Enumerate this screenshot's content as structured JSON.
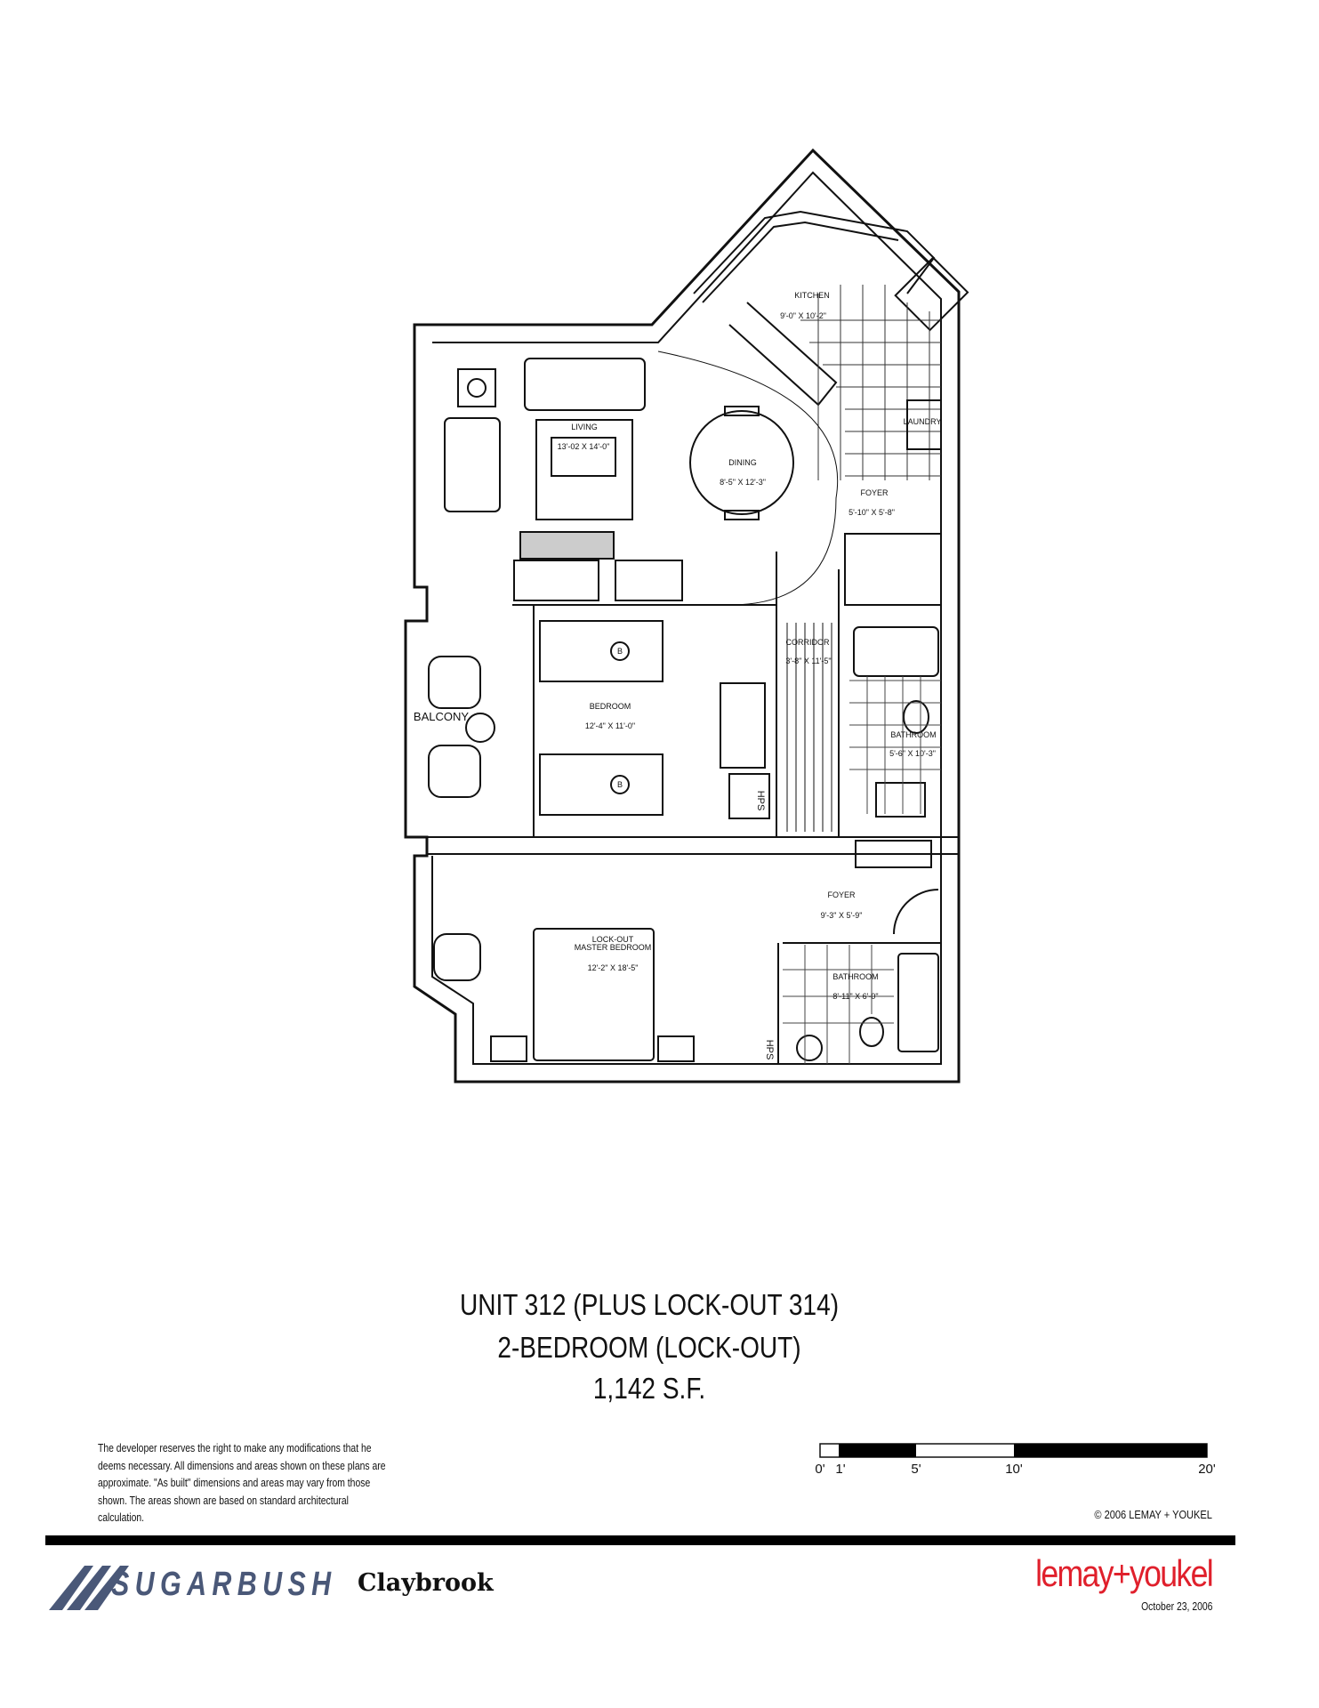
{
  "rooms": {
    "kitchen": {
      "label": "KITCHEN",
      "dims": "9'-0\" X 10'-2\""
    },
    "living": {
      "label": "LIVING",
      "dims": "13'-02 X 14'-0\""
    },
    "dining": {
      "label": "DINING",
      "dims": "8'-5\" X 12'-3\""
    },
    "laundry": {
      "label": "LAUNDRY"
    },
    "foyer_upper": {
      "label": "FOYER",
      "dims": "5'-10\" X 5'-8\""
    },
    "corridor": {
      "label": "CORRIDOR",
      "dims": "3'-8\" X 11'-5\""
    },
    "bedroom": {
      "label": "BEDROOM",
      "dims": "12'-4\" X 11'-0\""
    },
    "bed_marker": "B",
    "bathroom_upper": {
      "label": "BATHROOM",
      "dims": "5'-6\" X 10'-3\""
    },
    "balcony": {
      "label": "BALCONY"
    },
    "hps": "HPS",
    "foyer_lower": {
      "label": "FOYER",
      "dims": "9'-3\" X 5'-9\""
    },
    "master": {
      "label_line1": "LOCK-OUT",
      "label_line2": "MASTER BEDROOM",
      "dims": "12'-2\" X 18'-5\""
    },
    "bathroom_lower": {
      "label": "BATHROOM",
      "dims": "8'-11\" X 6'-0\""
    }
  },
  "title": {
    "line1": "UNIT 312 (PLUS LOCK-OUT 314)",
    "line2": "2-BEDROOM (LOCK-OUT)",
    "line3": "1,142 S.F."
  },
  "disclaimer": "The developer reserves the right to make any modifications that he deems necessary.  All dimensions and areas shown on these plans are approximate.  \"As built\" dimensions and areas may vary from those shown.  The areas shown are based on standard architectural calculation.",
  "scale_bar": {
    "ticks": [
      "0'",
      "1'",
      "5'",
      "10'",
      "20'"
    ]
  },
  "copyright": "© 2006  LEMAY + YOUKEL",
  "footer": {
    "sugarbush_logo": "SUGARBUSH",
    "community": "Claybrook",
    "architect_logo": "lemay+youkel",
    "date": "October 23, 2006",
    "architect_color": "#e0202c",
    "sugarbush_color": "#4a5878"
  }
}
